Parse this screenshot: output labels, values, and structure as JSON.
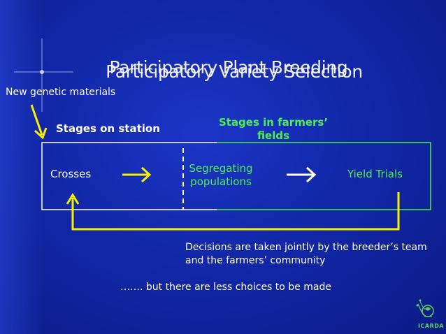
{
  "titles": {
    "back": "Participatory Plant Breeding",
    "front": "Participatory Variety Selection"
  },
  "labels": {
    "new_genetic_materials": "New genetic materials",
    "stages_on_station": "Stages on station",
    "stages_in_farmers_fields": "Stages in farmers’ fields",
    "crosses": "Crosses",
    "segregating_populations": "Segregating populations",
    "yield_trials": "Yield Trials",
    "decisions": "Decisions are taken jointly by the breeder’s team and the farmers’ community",
    "choices": "……. but there are less choices to be made"
  },
  "logo": {
    "text": "ICARDA"
  },
  "colors": {
    "background": "#1228a8",
    "white": "#ffffff",
    "green": "#4cf04c",
    "yellow": "#f5f000"
  }
}
